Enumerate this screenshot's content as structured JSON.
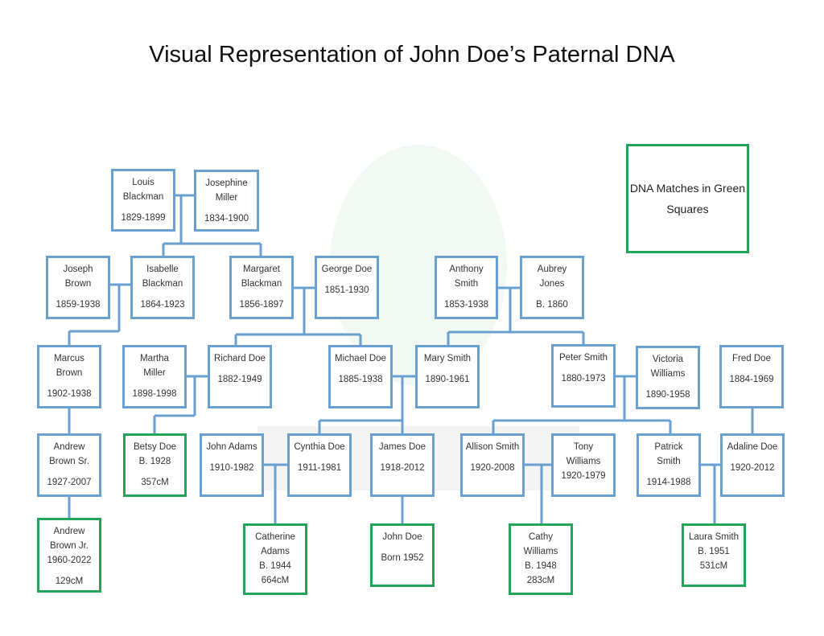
{
  "title": "Visual Representation of John Doe’s Paternal DNA",
  "legend": {
    "lines": [
      "DNA Matches in",
      "Green Squares"
    ]
  },
  "colors": {
    "ancestor_border": "#6a9fd2",
    "match_border": "#22a558",
    "connector": "#6a9fd2"
  },
  "people": [
    {
      "id": "louis",
      "name": [
        "Louis",
        "Blackman"
      ],
      "details": [
        "1829-1899"
      ],
      "match": false
    },
    {
      "id": "josephine",
      "name": [
        "Josephine",
        "Miller"
      ],
      "details": [
        "1834-1900"
      ],
      "match": false
    },
    {
      "id": "joseph",
      "name": [
        "Joseph",
        "Brown"
      ],
      "details": [
        "1859-1938"
      ],
      "match": false
    },
    {
      "id": "isabelle",
      "name": [
        "Isabelle",
        "Blackman"
      ],
      "details": [
        "1864-1923"
      ],
      "match": false
    },
    {
      "id": "margaret",
      "name": [
        "Margaret",
        "Blackman"
      ],
      "details": [
        "1856-1897"
      ],
      "match": false
    },
    {
      "id": "george",
      "name": [
        "George Doe"
      ],
      "details": [
        "1851-1930"
      ],
      "match": false
    },
    {
      "id": "anthony",
      "name": [
        "Anthony",
        "Smith"
      ],
      "details": [
        "1853-1938"
      ],
      "match": false
    },
    {
      "id": "aubrey",
      "name": [
        "Aubrey",
        "Jones"
      ],
      "details": [
        "B. 1860"
      ],
      "match": false
    },
    {
      "id": "marcus",
      "name": [
        "Marcus",
        "Brown"
      ],
      "details": [
        "1902-1938"
      ],
      "match": false
    },
    {
      "id": "martha",
      "name": [
        "Martha",
        "Miller"
      ],
      "details": [
        "1898-1998"
      ],
      "match": false
    },
    {
      "id": "richard",
      "name": [
        "Richard Doe"
      ],
      "details": [
        "1882-1949"
      ],
      "match": false
    },
    {
      "id": "michael",
      "name": [
        "Michael Doe"
      ],
      "details": [
        "1885-1938"
      ],
      "match": false
    },
    {
      "id": "mary",
      "name": [
        "Mary Smith"
      ],
      "details": [
        "1890-1961"
      ],
      "match": false
    },
    {
      "id": "peter",
      "name": [
        "Peter Smith"
      ],
      "details": [
        "1880-1973"
      ],
      "match": false
    },
    {
      "id": "victoria",
      "name": [
        "Victoria",
        "Williams"
      ],
      "details": [
        "1890-1958"
      ],
      "match": false
    },
    {
      "id": "fred",
      "name": [
        "Fred Doe"
      ],
      "details": [
        "1884-1969"
      ],
      "match": false
    },
    {
      "id": "andrewsr",
      "name": [
        "Andrew",
        "Brown Sr."
      ],
      "details": [
        "1927-2007"
      ],
      "match": false
    },
    {
      "id": "betsy",
      "name": [
        "Betsy Doe",
        "B. 1928"
      ],
      "details": [
        "357cM"
      ],
      "match": true
    },
    {
      "id": "johnadams",
      "name": [
        "John Adams"
      ],
      "details": [
        "1910-1982"
      ],
      "match": false
    },
    {
      "id": "cynthia",
      "name": [
        "Cynthia Doe"
      ],
      "details": [
        "1911-1981"
      ],
      "match": false
    },
    {
      "id": "james",
      "name": [
        "James Doe"
      ],
      "details": [
        "1918-2012"
      ],
      "match": false
    },
    {
      "id": "allison",
      "name": [
        "Allison Smith"
      ],
      "details": [
        "1920-2008"
      ],
      "match": false
    },
    {
      "id": "tony",
      "name": [
        "Tony",
        "Williams",
        "1920-1979"
      ],
      "details": [],
      "match": false
    },
    {
      "id": "patrick",
      "name": [
        "Patrick",
        "Smith"
      ],
      "details": [
        "1914-1988"
      ],
      "match": false
    },
    {
      "id": "adaline",
      "name": [
        "Adaline Doe"
      ],
      "details": [
        "1920-2012"
      ],
      "match": false
    },
    {
      "id": "andrewjr",
      "name": [
        "Andrew",
        "Brown Jr.",
        "1960-2022"
      ],
      "details": [
        "129cM"
      ],
      "match": true
    },
    {
      "id": "catherine",
      "name": [
        "Catherine",
        "Adams",
        "B. 1944",
        "664cM"
      ],
      "details": [],
      "match": true
    },
    {
      "id": "johndoe",
      "name": [
        "John Doe"
      ],
      "details": [
        "Born 1952"
      ],
      "match": true
    },
    {
      "id": "cathy",
      "name": [
        "Cathy",
        "Williams",
        "B. 1948",
        "283cM"
      ],
      "details": [],
      "match": true
    },
    {
      "id": "laura",
      "name": [
        "Laura Smith",
        "B. 1951",
        "531cM"
      ],
      "details": [],
      "match": true
    }
  ]
}
